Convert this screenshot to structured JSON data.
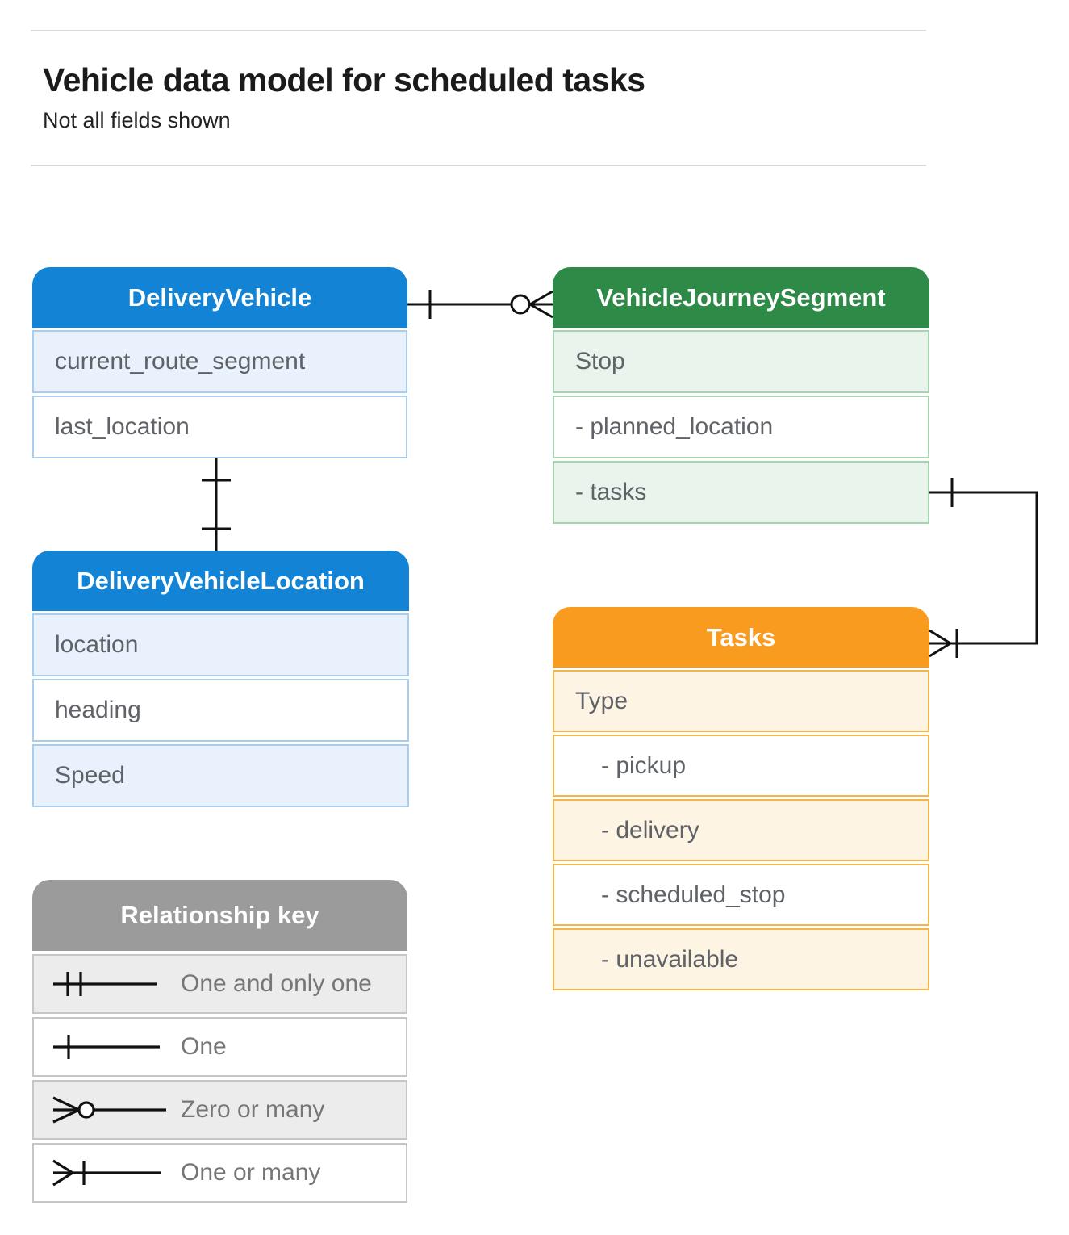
{
  "page": {
    "title": "Vehicle data model for scheduled tasks",
    "subtitle": "Not all fields shown"
  },
  "entities": {
    "delivery_vehicle": {
      "title": "DeliveryVehicle",
      "fields": [
        "current_route_segment",
        "last_location"
      ]
    },
    "vehicle_journey_segment": {
      "title": "VehicleJourneySegment",
      "fields": [
        "Stop",
        "- planned_location",
        "- tasks"
      ]
    },
    "delivery_vehicle_location": {
      "title": "DeliveryVehicleLocation",
      "fields": [
        "location",
        "heading",
        "Speed"
      ]
    },
    "tasks": {
      "title": "Tasks",
      "fields": [
        "Type",
        "- pickup",
        "- delivery",
        "- scheduled_stop",
        "- unavailable"
      ]
    }
  },
  "relationships": [
    {
      "from": "DeliveryVehicle",
      "to": "VehicleJourneySegment",
      "from_cardinality": "one",
      "to_cardinality": "zero-or-many"
    },
    {
      "from": "DeliveryVehicle",
      "to": "DeliveryVehicleLocation",
      "from_cardinality": "one",
      "to_cardinality": "one"
    },
    {
      "from": "VehicleJourneySegment.tasks",
      "to": "Tasks",
      "from_cardinality": "one",
      "to_cardinality": "one-or-many"
    }
  ],
  "legend": {
    "title": "Relationship key",
    "items": [
      {
        "symbol": "one-and-only-one",
        "label": "One and only one"
      },
      {
        "symbol": "one",
        "label": "One"
      },
      {
        "symbol": "zero-or-many",
        "label": "Zero or many"
      },
      {
        "symbol": "one-or-many",
        "label": "One or many"
      }
    ]
  },
  "colors": {
    "blue-header": "#1384d5",
    "blue-tint": "#e8f1fc",
    "blue-border": "#a9cdec",
    "green-header": "#2e8b47",
    "green-tint": "#e9f4ec",
    "green-border": "#a6d2b0",
    "orange-header": "#f89b1f",
    "orange-tint": "#fdf4e4",
    "orange-border": "#f4b64a",
    "gray-header": "#9b9b9b",
    "gray-tint": "#ececec",
    "gray-border": "#c6c6c6",
    "line": "#111111",
    "field-text": "#5f6368",
    "legend-text": "#767676"
  }
}
